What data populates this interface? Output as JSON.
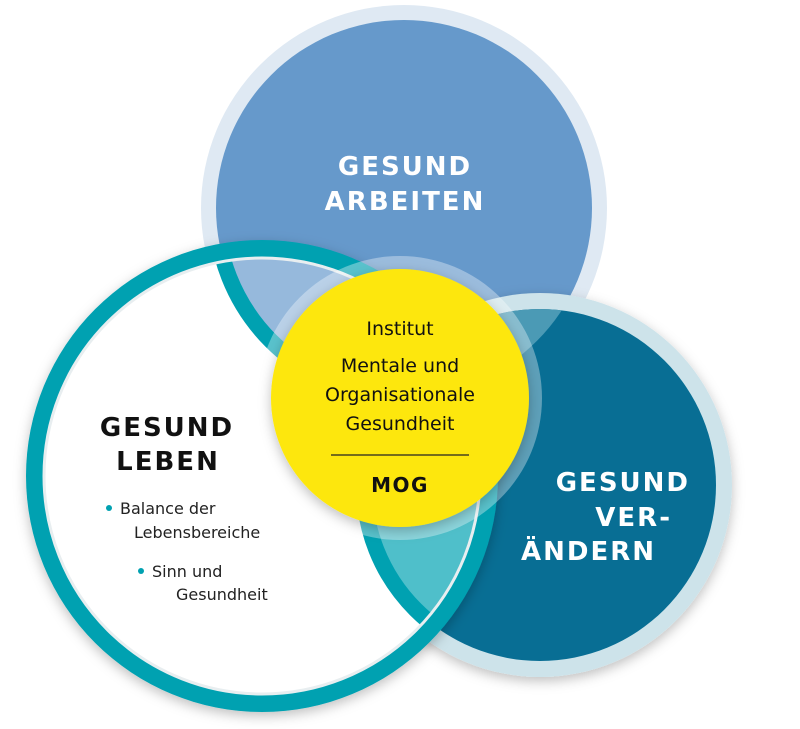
{
  "colors": {
    "arbeiten_fill": "#6699cb",
    "arbeiten_ring": "#dfe9f3",
    "veraendern_fill": "#086e94",
    "veraendern_ring": "#cde3ea",
    "leben_ring": "#00a1b1",
    "center_fill": "#fde70e",
    "bullet": "#00a1b1"
  },
  "circles": {
    "arbeiten": {
      "line1": "GESUND",
      "line2": "ARBEITEN"
    },
    "veraendern": {
      "line1": "GESUND",
      "line2": "VER-",
      "line3": "ÄNDERN"
    },
    "leben": {
      "line1": "GESUND",
      "line2": "LEBEN",
      "bullets": [
        {
          "line1": "Balance der",
          "line2": "Lebensbereiche"
        },
        {
          "line1": "Sinn und",
          "line2": "Gesundheit"
        }
      ]
    }
  },
  "center": {
    "line1": "Institut",
    "line2": "Mentale und",
    "line3": "Organisationale",
    "line4": "Gesundheit",
    "abbr": "MOG"
  }
}
